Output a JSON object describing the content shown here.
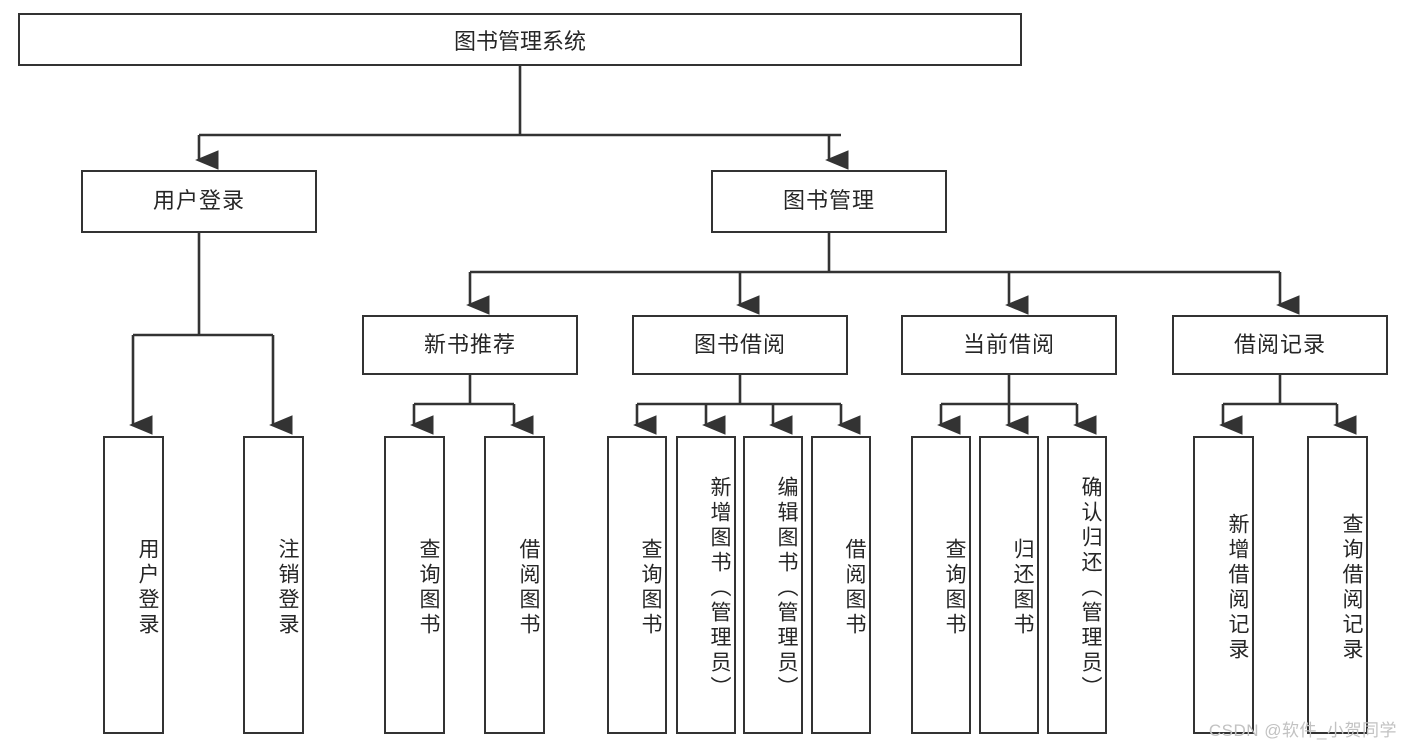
{
  "diagram": {
    "title": "图书管理系统",
    "type": "functional-structure-tree",
    "watermark": "CSDN @软件_小贺同学",
    "colors": {
      "background": "#ffffff",
      "node_border": "#333333",
      "node_fill": "#ffffff",
      "text": "#262626",
      "edge": "#333333",
      "watermark": "#c2c2c2"
    }
  },
  "nodes": {
    "root": {
      "label": "图书管理系统"
    },
    "level2": [
      {
        "id": "user-login",
        "label": "用户登录"
      },
      {
        "id": "book-management",
        "label": "图书管理"
      }
    ],
    "level3": [
      {
        "id": "new-book-recommend",
        "label": "新书推荐"
      },
      {
        "id": "book-borrow",
        "label": "图书借阅"
      },
      {
        "id": "current-borrow",
        "label": "当前借阅"
      },
      {
        "id": "borrow-record",
        "label": "借阅记录"
      }
    ],
    "leaves": {
      "user_login": [
        {
          "id": "leaf-user-login",
          "label": "用户登录"
        },
        {
          "id": "leaf-logout-login",
          "label": "注销登录"
        }
      ],
      "new_book_recommend": [
        {
          "id": "leaf-query-book-1",
          "label": "查询图书"
        },
        {
          "id": "leaf-borrow-book-1",
          "label": "借阅图书"
        }
      ],
      "book_borrow": [
        {
          "id": "leaf-query-book-2",
          "label": "查询图书"
        },
        {
          "id": "leaf-add-book",
          "label": "新增图书（管理员）"
        },
        {
          "id": "leaf-edit-book",
          "label": "编辑图书（管理员）"
        },
        {
          "id": "leaf-borrow-book-2",
          "label": "借阅图书"
        }
      ],
      "current_borrow": [
        {
          "id": "leaf-query-book-3",
          "label": "查询图书"
        },
        {
          "id": "leaf-return-book",
          "label": "归还图书"
        },
        {
          "id": "leaf-confirm-return",
          "label": "确认归还（管理员）"
        }
      ],
      "borrow_record": [
        {
          "id": "leaf-add-record",
          "label": "新增借阅记录"
        },
        {
          "id": "leaf-query-record",
          "label": "查询借阅记录"
        }
      ]
    }
  }
}
